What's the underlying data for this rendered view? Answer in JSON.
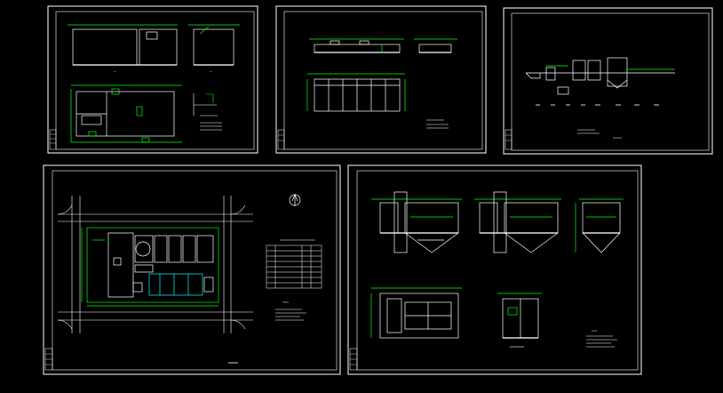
{
  "viewer": {
    "background": "#000000",
    "sheet_border_color": "#ffffff",
    "line_color_primary": "#ffffff",
    "line_color_accent": "#00ff00",
    "line_color_alt": "#00ffff"
  },
  "sheets": [
    {
      "id": "sheet-1",
      "title_text": ""
    },
    {
      "id": "sheet-2",
      "title_text": ""
    },
    {
      "id": "sheet-3",
      "title_text": ""
    },
    {
      "id": "sheet-4",
      "title_text": ""
    },
    {
      "id": "sheet-5",
      "title_text": ""
    }
  ]
}
